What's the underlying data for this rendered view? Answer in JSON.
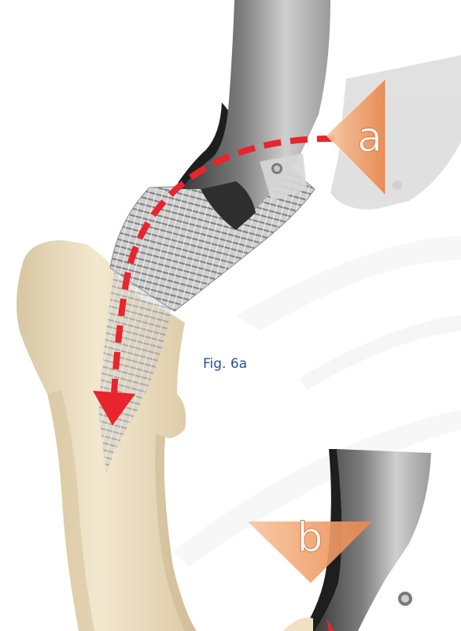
{
  "figure": {
    "caption": "Fig. 6a",
    "marker_a": "a",
    "marker_b": "b",
    "colors": {
      "background": "#ffffff",
      "bone": "#efe1c2",
      "bone_shadow": "#cdb892",
      "instrument_dark": "#2c2c2c",
      "rasp_teeth": "#bdbdbd",
      "arrow": "#e8242c",
      "marker_fill": "#f0a06a",
      "caption_text": "#2a4fa0"
    }
  }
}
